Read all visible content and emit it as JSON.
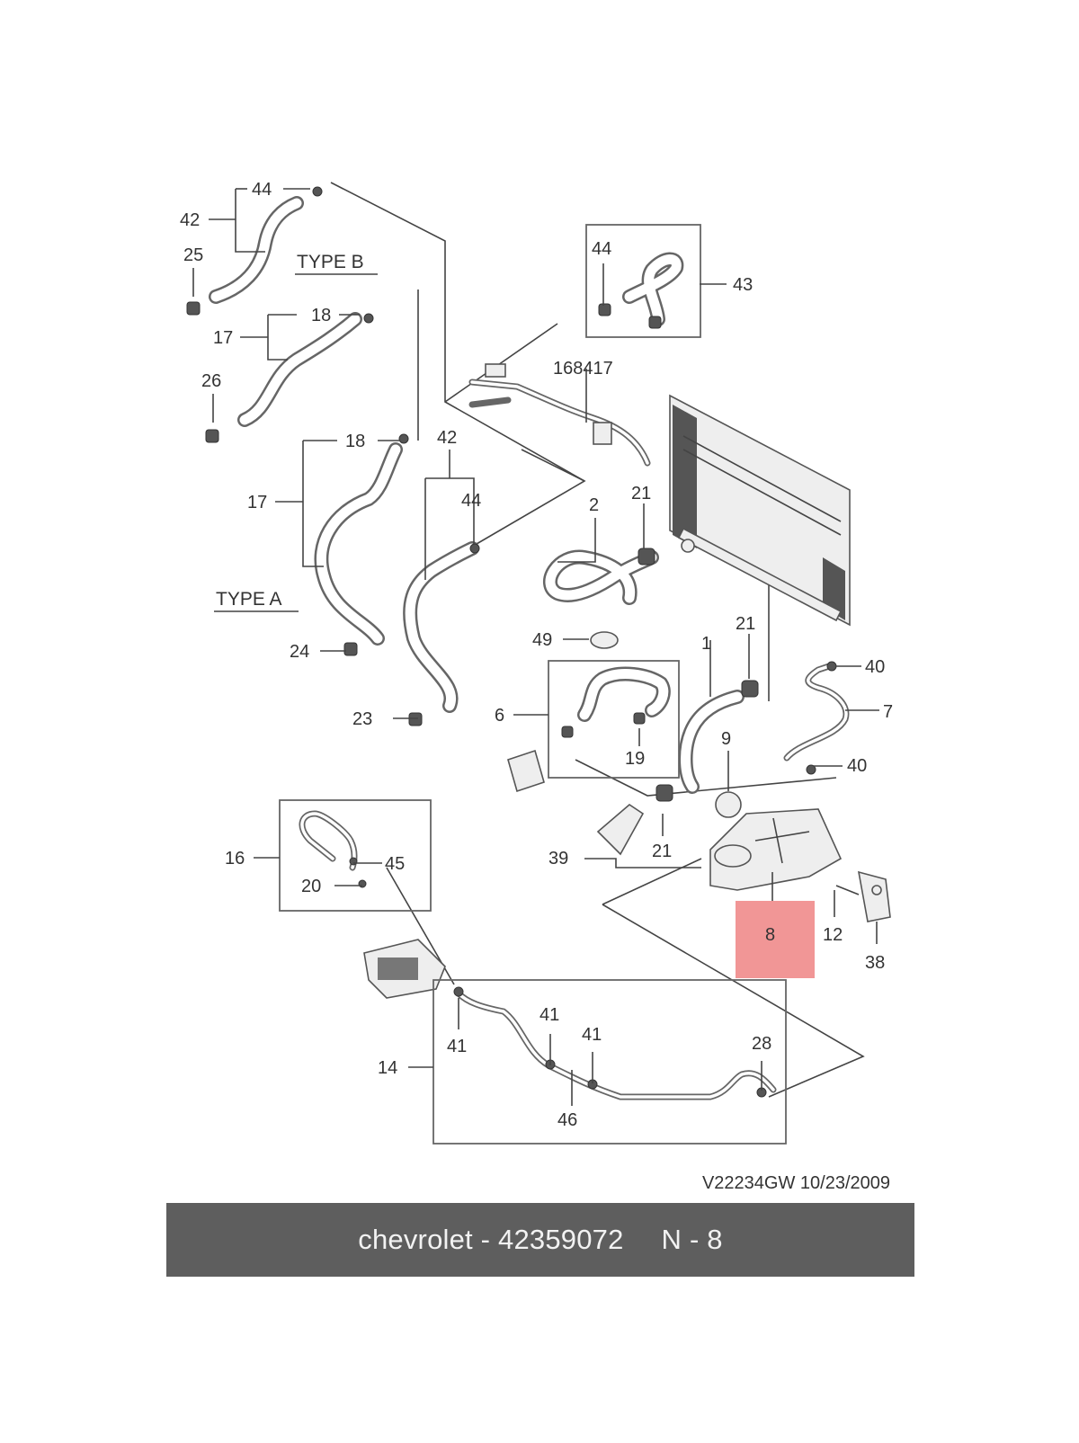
{
  "diagram": {
    "type_labels": {
      "type_b": "TYPE B",
      "type_a": "TYPE A"
    },
    "callouts": {
      "c44a": "44",
      "c42a": "42",
      "c25": "25",
      "c44b": "44",
      "c43": "43",
      "c18a": "18",
      "c17a": "17",
      "c26": "26",
      "c168417": "168417",
      "c18b": "18",
      "c42b": "42",
      "c17b": "17",
      "c44c": "44",
      "c2": "2",
      "c21a": "21",
      "c24": "24",
      "c49": "49",
      "c1": "1",
      "c21b": "21",
      "c40a": "40",
      "c7": "7",
      "c6": "6",
      "c9": "9",
      "c19": "19",
      "c23": "23",
      "c40b": "40",
      "c16": "16",
      "c45": "45",
      "c20": "20",
      "c39": "39",
      "c21c": "21",
      "c8": "8",
      "c12": "12",
      "c38": "38",
      "c41a": "41",
      "c41b": "41",
      "c41c": "41",
      "c28": "28",
      "c14": "14",
      "c46": "46"
    },
    "reference": "V22234GW  10/23/2009",
    "highlight_color": "#f08b8b"
  },
  "footer": {
    "brand": "chevrolet",
    "separator": " - ",
    "part_number": "42359072",
    "position": "N - 8",
    "background": "#5e5e5e"
  }
}
